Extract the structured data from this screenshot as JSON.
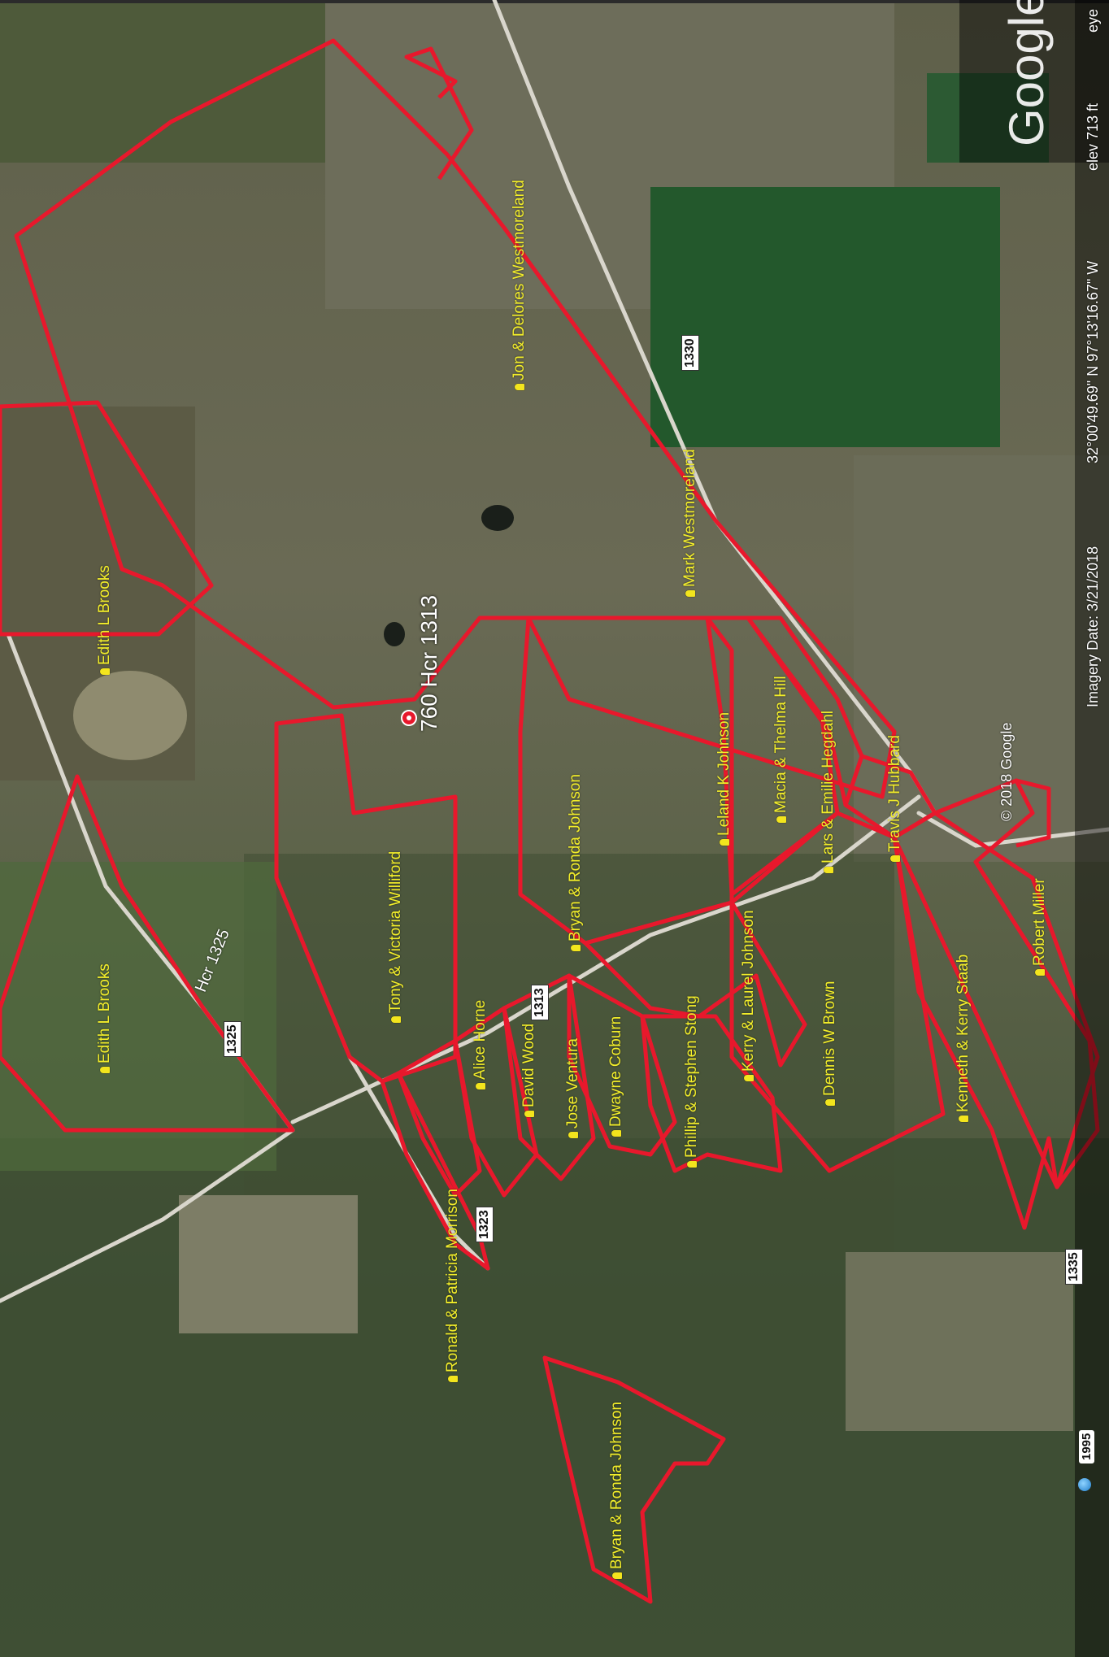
{
  "map": {
    "brand": "Google",
    "copyright": "© 2018 Google",
    "footer": {
      "imagery_date": "Imagery Date: 3/21/2018",
      "coordinates": "32°00'49.69\" N   97°13'16.67\" W",
      "elevation": "elev   713 ft",
      "eye": "eye"
    },
    "historical_year": "1995",
    "address_marker": "760 Hcr 1313",
    "road_name": "Hcr 1325",
    "road_shields": [
      "1330",
      "1325",
      "1313",
      "1323",
      "1335"
    ],
    "owners": [
      "Jon & Delores Westmoreland",
      "Mark Westmoreland",
      "Edith L Brooks",
      "Edith L Brooks",
      "Tony & Victoria Williford",
      "Bryan & Ronda Johnson",
      "Leland K Johnson",
      "Macia & Thelma Hill",
      "Lars & Emilie Hegdahl",
      "Travis J Hubbard",
      "Alice Horne",
      "David Wood",
      "Jose Ventura",
      "Dwayne Coburn",
      "Phillip & Stephen Stong",
      "Kerry & Laurel Johnson",
      "Dennis W Brown",
      "Kenneth & Kerry Staab",
      "Robert Miller",
      "Ronald & Patricia Morrison",
      "Bryan & Ronda Johnson"
    ],
    "colors": {
      "boundary": "#e8182c",
      "label": "#f3ee2a",
      "road": "#d9d6cc"
    }
  }
}
